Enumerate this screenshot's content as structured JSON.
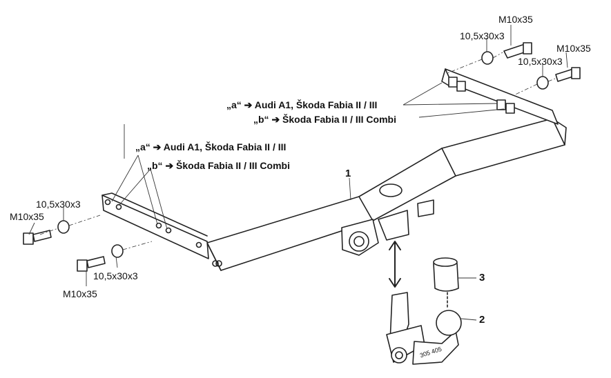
{
  "labels": {
    "bolt_top_1": "M10x35",
    "washer_top_1": "10,5x30x3",
    "bolt_top_2": "M10x35",
    "washer_top_2": "10,5x30x3",
    "washer_left_1": "10,5x30x3",
    "bolt_left_1": "M10x35",
    "bolt_left_2": "M10x35",
    "washer_left_2": "10,5x30x3"
  },
  "notes_right": {
    "a": "„a“ ➔ Audi A1, Škoda Fabia II / III",
    "b": "„b“ ➔ Škoda Fabia II / III Combi"
  },
  "notes_left": {
    "a": "„a“ ➔ Audi A1, Škoda Fabia II / III",
    "b": "„b“ ➔ Škoda Fabia II / III Combi"
  },
  "parts": {
    "p1": "1",
    "p2": "2",
    "p3": "3"
  },
  "ball_marking": "305 405"
}
